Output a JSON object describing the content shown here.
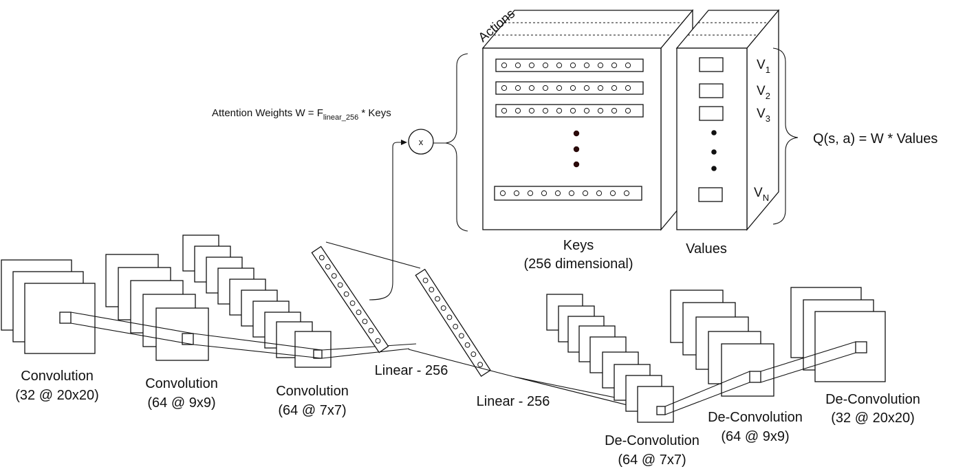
{
  "encoder": {
    "conv1": {
      "name": "Convolution",
      "spec": "(32 @ 20x20)"
    },
    "conv2": {
      "name": "Convolution",
      "spec": "(64 @ 9x9)"
    },
    "conv3": {
      "name": "Convolution",
      "spec": "(64 @ 7x7)"
    },
    "linear1": "Linear - 256",
    "linear2": "Linear - 256"
  },
  "decoder": {
    "deconv1": {
      "name": "De-Convolution",
      "spec": "(64 @ 7x7)"
    },
    "deconv2": {
      "name": "De-Convolution",
      "spec": "(64 @ 9x9)"
    },
    "deconv3": {
      "name": "De-Convolution",
      "spec": "(32 @ 20x20)"
    }
  },
  "attention": {
    "label_prefix": "Attention Weights W = F",
    "label_sub": "linear_256",
    "label_suffix": " * Keys",
    "multiply_symbol": "x"
  },
  "memory": {
    "actions_label": "Actions",
    "keys_label": "Keys",
    "keys_dim": "(256 dimensional)",
    "values_label": "Values",
    "value_labels": [
      {
        "base": "V",
        "sub": "1"
      },
      {
        "base": "V",
        "sub": "2"
      },
      {
        "base": "V",
        "sub": "3"
      },
      {
        "base": "V",
        "sub": "N"
      }
    ]
  },
  "q_equation": "Q(s, a) = W * Values"
}
